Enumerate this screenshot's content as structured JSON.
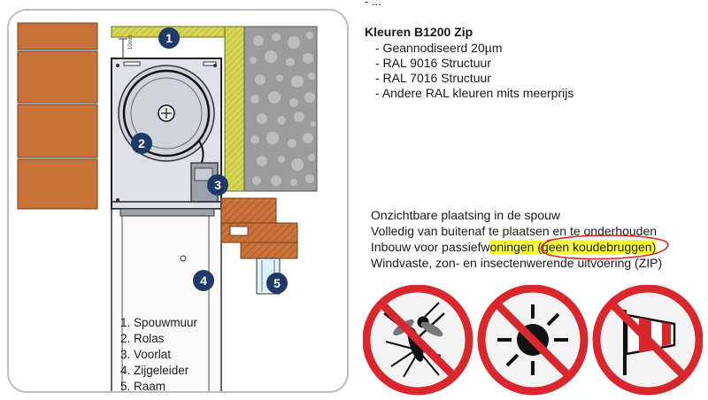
{
  "top_fragment": "- ...",
  "colors_section": {
    "title": "Kleuren B1200 Zip",
    "items": [
      "- Geannodiseerd 20µm",
      "- RAL 9016 Structuur",
      "- RAL 7016 Structuur",
      "- Andere RAL kleuren mits meerprijs"
    ]
  },
  "features": {
    "line1": "Onzichtbare plaatsing in de spouw",
    "line2": "Volledig van buitenaf te plaatsen en te onderhouden",
    "line3_before": "Inbouw voor passiefw",
    "line3_highlight": "oningen (",
    "line3_circled": "geen koudebruggen",
    "line3_after": ")",
    "line4": "Windvaste, zon- en insectenwerende uitvoering (ZIP)"
  },
  "diagram": {
    "dimension_label": "10mm",
    "markers": [
      "1",
      "2",
      "3",
      "4",
      "5"
    ]
  },
  "legend": [
    "1. Spouwmuur",
    "2. Rolas",
    "3. Voorlat",
    "4. Zijgeleider",
    "5. Raam"
  ],
  "icons": [
    "no-insects-icon",
    "no-sun-icon",
    "no-wind-icon"
  ],
  "colors": {
    "brick": "#c8723a",
    "insulation": "#d5d655",
    "marker": "#1f3a68",
    "prohibition": "#d9272e",
    "highlight": "#ffff3a"
  }
}
